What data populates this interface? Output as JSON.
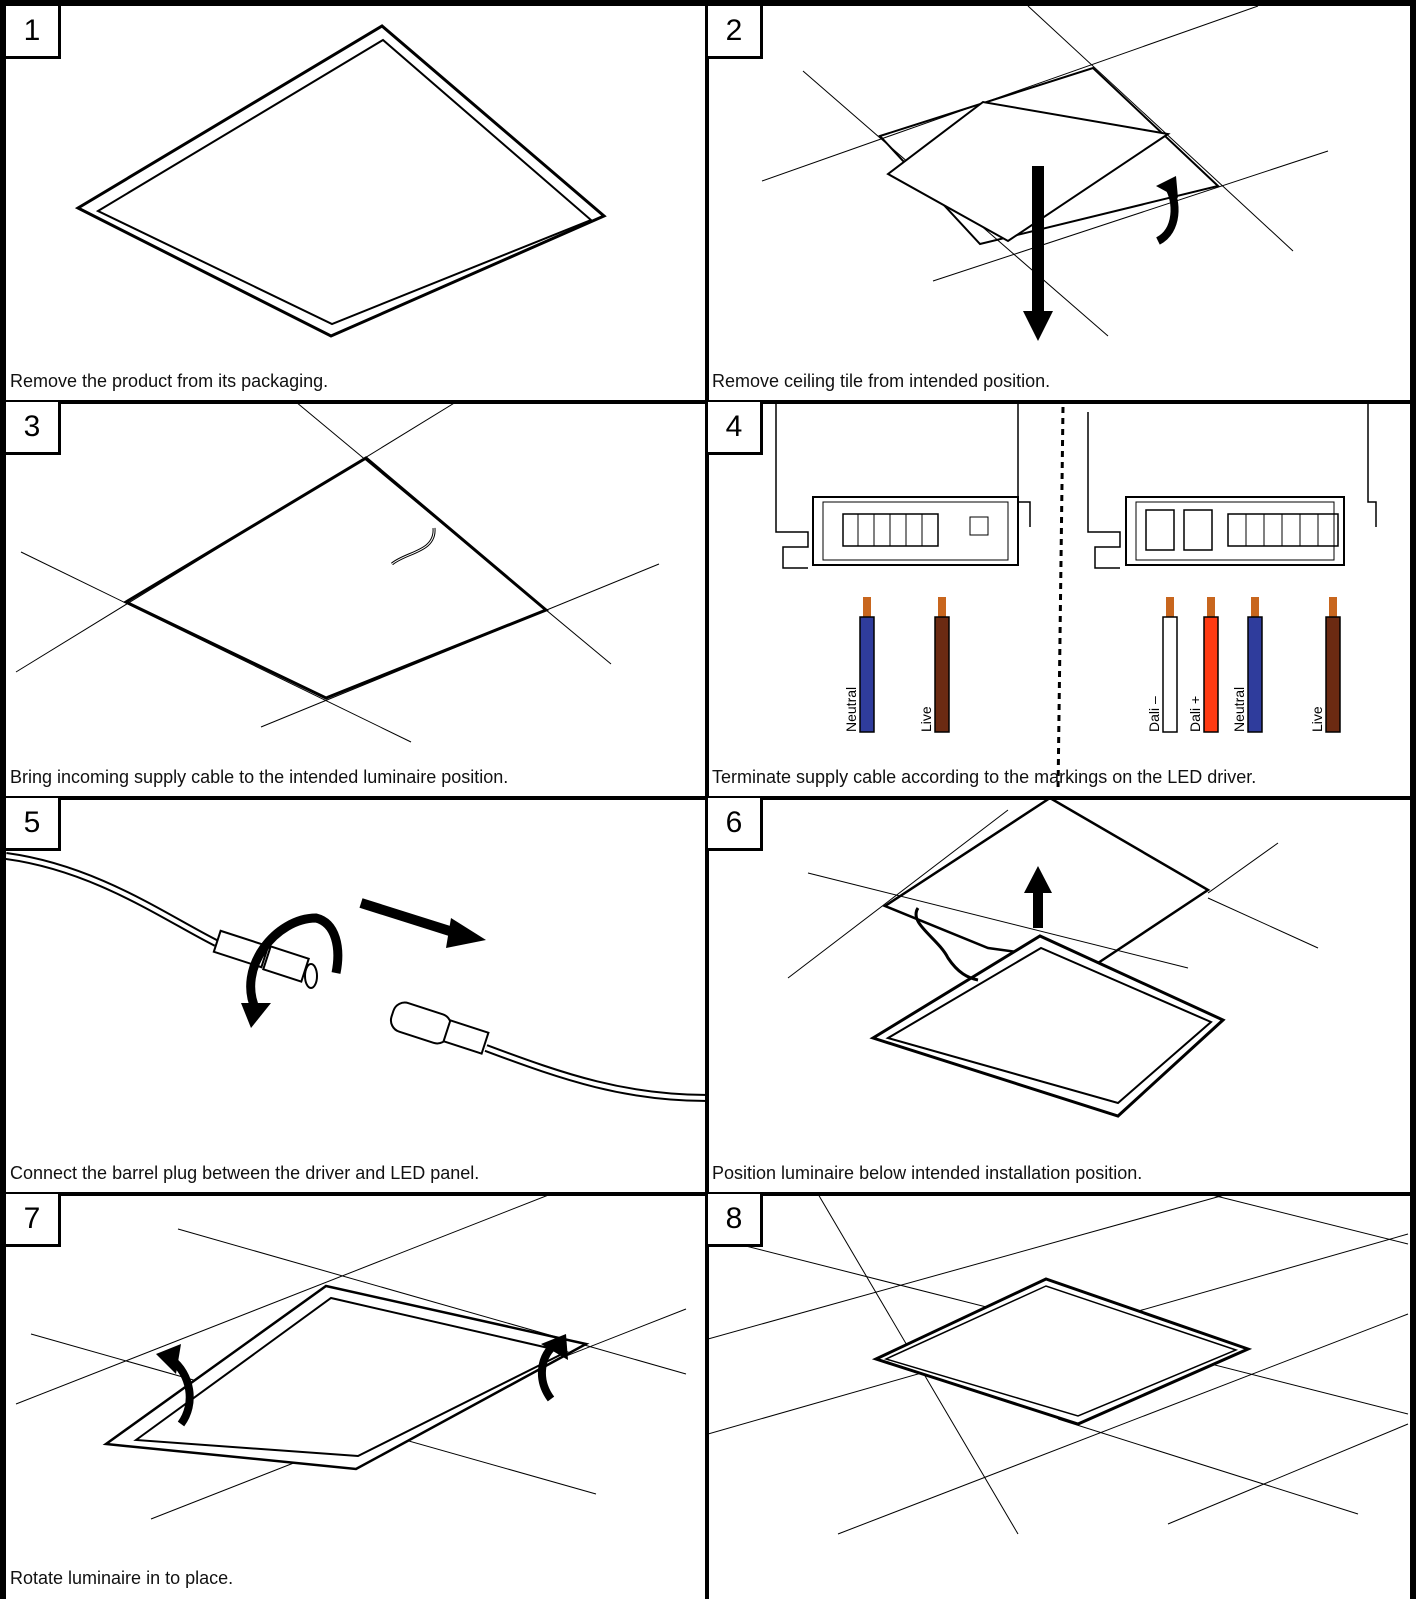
{
  "steps": [
    {
      "number": "1",
      "caption": "Remove the product from its packaging."
    },
    {
      "number": "2",
      "caption": "Remove ceiling tile from intended position."
    },
    {
      "number": "3",
      "caption": "Bring incoming supply cable to the intended luminaire position."
    },
    {
      "number": "4",
      "caption": "Terminate supply cable according to the markings on the LED driver."
    },
    {
      "number": "5",
      "caption": "Connect the barrel plug between the driver and LED panel."
    },
    {
      "number": "6",
      "caption": "Position luminaire below intended installation position."
    },
    {
      "number": "7",
      "caption": "Rotate luminaire in to place."
    },
    {
      "number": "8",
      "caption": ""
    }
  ],
  "wires_left": [
    {
      "label": "Neutral",
      "color": "#2f3c9c"
    },
    {
      "label": "Live",
      "color": "#6b2a12"
    }
  ],
  "wires_right": [
    {
      "label": "Dali –",
      "color": "#ffffff"
    },
    {
      "label": "Dali +",
      "color": "#ff3a12"
    },
    {
      "label": "Neutral",
      "color": "#2f3c9c"
    },
    {
      "label": "Live",
      "color": "#6b2a12"
    }
  ],
  "colors": {
    "copper": "#c8661e",
    "line": "#000000"
  }
}
